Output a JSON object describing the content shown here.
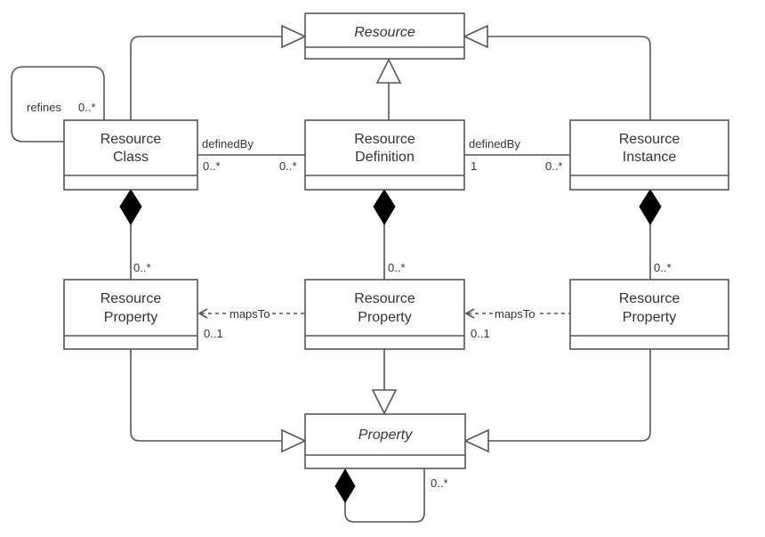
{
  "diagram": {
    "type": "UML class diagram",
    "classes": {
      "resource": {
        "name": "Resource",
        "abstract": true
      },
      "resource_class": {
        "line1": "Resource",
        "line2": "Class"
      },
      "resource_definition": {
        "line1": "Resource",
        "line2": "Definition"
      },
      "resource_instance": {
        "line1": "Resource",
        "line2": "Instance"
      },
      "property_left": {
        "line1": "Resource",
        "line2": "Property"
      },
      "property_middle": {
        "line1": "Resource",
        "line2": "Property"
      },
      "property_right": {
        "line1": "Resource",
        "line2": "Property"
      },
      "property": {
        "name": "Property",
        "abstract": true
      }
    },
    "associations": {
      "refines": {
        "label": "refines",
        "multiplicity": "0..*"
      },
      "class_definedby": {
        "label": "definedBy",
        "source_mult": "0..*",
        "target_mult": "0..*"
      },
      "instance_definedby": {
        "label": "definedBy",
        "source_mult": "1",
        "target_mult": "0..*"
      },
      "class_composition": {
        "multiplicity": "0..*"
      },
      "definition_composition": {
        "multiplicity": "0..*"
      },
      "instance_composition": {
        "multiplicity": "0..*"
      },
      "mapsto_left": {
        "label": "mapsTo",
        "multiplicity": "0..1"
      },
      "mapsto_right": {
        "label": "mapsTo",
        "multiplicity": "0..1"
      },
      "property_composition": {
        "multiplicity": "0..*"
      }
    }
  }
}
